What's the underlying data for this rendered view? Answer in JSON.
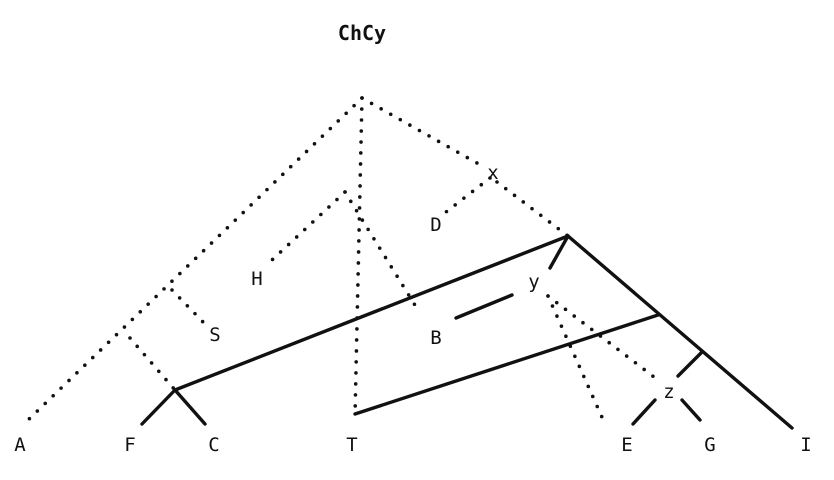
{
  "title": "ChCy",
  "nodes": [
    {
      "id": "A",
      "label": "A"
    },
    {
      "id": "F",
      "label": "F"
    },
    {
      "id": "C",
      "label": "C"
    },
    {
      "id": "T",
      "label": "T"
    },
    {
      "id": "E",
      "label": "E"
    },
    {
      "id": "G",
      "label": "G"
    },
    {
      "id": "I",
      "label": "I"
    },
    {
      "id": "S",
      "label": "S"
    },
    {
      "id": "H",
      "label": "H"
    },
    {
      "id": "B",
      "label": "B"
    },
    {
      "id": "D",
      "label": "D"
    },
    {
      "id": "x",
      "label": "x"
    },
    {
      "id": "y",
      "label": "y"
    },
    {
      "id": "z",
      "label": "z"
    }
  ],
  "edge_styles": {
    "solid": "solid",
    "dotted": "dotted"
  },
  "colors": {
    "ink": "#111111",
    "background": "#ffffff"
  }
}
